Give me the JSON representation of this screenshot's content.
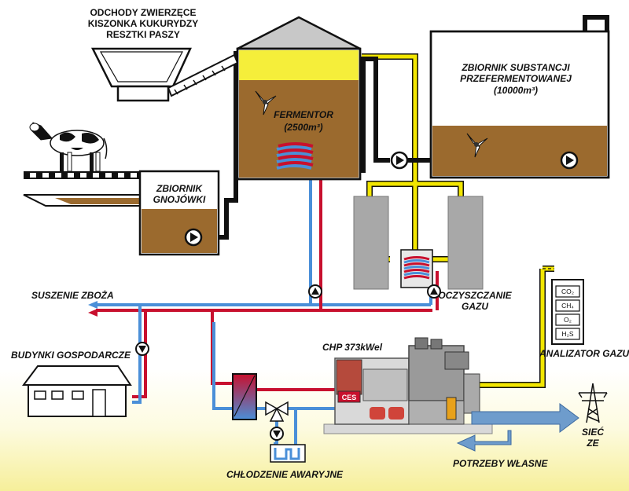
{
  "labels": {
    "feedstock": [
      "ODCHODY ZWIERZĘCE",
      "KISZONKA KUKURYDZY",
      "RESZTKI PASZY"
    ],
    "fermentor": [
      "FERMENTOR",
      "(2500m³)"
    ],
    "storage_tank": [
      "ZBIORNIK SUBSTANCJI",
      "PRZEFERMENTOWANEJ",
      "(10000m³)"
    ],
    "slurry_tank": [
      "ZBIORNIK",
      "GNOJÓWKI"
    ],
    "grain_drying": "SUSZENIE ZBOŻA",
    "farm_buildings": "BUDYNKI GOSPODARCZE",
    "gas_cleaning": [
      "OCZYSZCZANIE",
      "GAZU"
    ],
    "chp": "CHP 373kWel",
    "gas_analyzer": "ANALIZATOR GAZU",
    "analyzer_gases": [
      "CO₂",
      "CH₄",
      "O₂",
      "H₂S"
    ],
    "grid": [
      "SIEĆ",
      "ZE"
    ],
    "own_needs": "POTRZEBY WŁASNE",
    "emergency_cooling": "CHŁODZENIE AWARYJNE",
    "engine_brand": "CES"
  },
  "colors": {
    "hot_pipe": "#c8102e",
    "cold_pipe": "#4a8fd8",
    "gas_pipe": "#f2e600",
    "slurry_pipe": "#111111",
    "substrate": "#9b6a2e",
    "biogas": "#f5ee3a",
    "tank_gray": "#a8a8a8",
    "power_arrow": "#6e9ccc"
  }
}
